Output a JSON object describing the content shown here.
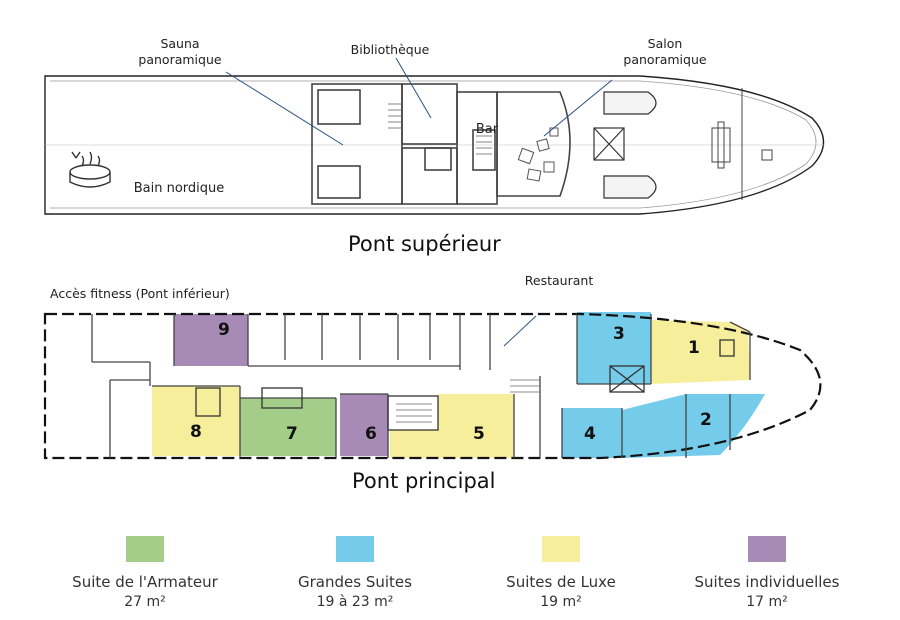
{
  "upper_deck": {
    "title": "Pont supérieur",
    "labels": {
      "sauna_line1": "Sauna",
      "sauna_line2": "panoramique",
      "library": "Bibliothèque",
      "salon_line1": "Salon",
      "salon_line2": "panoramique",
      "bar": "Bar",
      "nordic_bath": "Bain nordique"
    }
  },
  "main_deck": {
    "title": "Pont principal",
    "labels": {
      "fitness": "Accès fitness (Pont inférieur)",
      "restaurant": "Restaurant"
    },
    "suites": [
      {
        "number": "1",
        "category": "luxe"
      },
      {
        "number": "2",
        "category": "grandes"
      },
      {
        "number": "3",
        "category": "grandes"
      },
      {
        "number": "4",
        "category": "grandes"
      },
      {
        "number": "5",
        "category": "luxe"
      },
      {
        "number": "6",
        "category": "individuelles"
      },
      {
        "number": "7",
        "category": "armateur"
      },
      {
        "number": "8",
        "category": "luxe"
      },
      {
        "number": "9",
        "category": "individuelles"
      }
    ]
  },
  "legend": [
    {
      "key": "armateur",
      "label": "Suite de l'Armateur",
      "area": "27 m²",
      "color": "#a5cd8a"
    },
    {
      "key": "grandes",
      "label": "Grandes Suites",
      "area": "19 à 23 m²",
      "color": "#74cbea"
    },
    {
      "key": "luxe",
      "label": "Suites de Luxe",
      "area": "19 m²",
      "color": "#f7ee9c"
    },
    {
      "key": "individuelles",
      "label": "Suites individuelles",
      "area": "17 m²",
      "color": "#a78bb6"
    }
  ]
}
